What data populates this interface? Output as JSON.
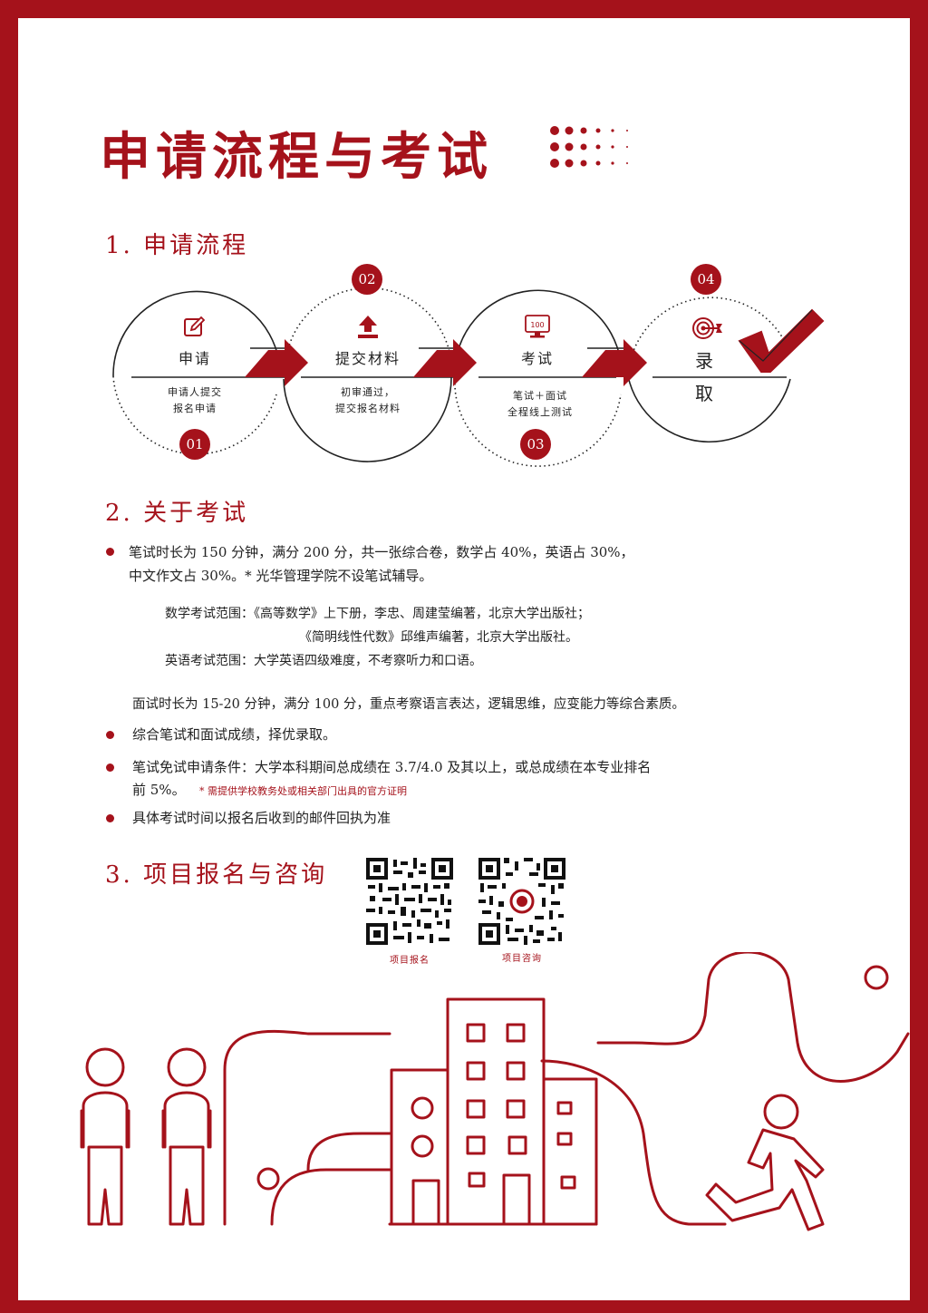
{
  "page_title": "申请流程与考试",
  "sections": {
    "s1": "1. 申请流程",
    "s2": "2. 关于考试",
    "s3": "3. 项目报名与咨询"
  },
  "steps": [
    {
      "num": "01",
      "title": "申请",
      "desc1": "申请人提交",
      "desc2": "报名申请",
      "icon": "edit-icon"
    },
    {
      "num": "02",
      "title": "提交材料",
      "desc1": "初审通过，",
      "desc2": "提交报名材料",
      "icon": "upload-icon"
    },
    {
      "num": "03",
      "title": "考试",
      "desc1": "笔试＋面试",
      "desc2": "全程线上测试",
      "icon": "exam-monitor-icon",
      "monitor_text": "100"
    },
    {
      "num": "04",
      "title1": "录",
      "title2": "取",
      "icon": "target-icon"
    }
  ],
  "exam": {
    "b1_line1": "笔试时长为 150 分钟，满分 200 分，共一张综合卷，数学占 40%，英语占 30%，",
    "b1_line2": "中文作文占 30%。* 光华管理学院不设笔试辅导。",
    "math_line1": "数学考试范围：《高等数学》上下册，李忠、周建莹编著，北京大学出版社；",
    "math_line2": "《简明线性代数》邱维声编著，北京大学出版社。",
    "english_line": "英语考试范围：大学英语四级难度，不考察听力和口语。",
    "interview_line": "面试时长为 15-20 分钟，满分 100 分，重点考察语言表达，逻辑思维，应变能力等综合素质。",
    "b2": "综合笔试和面试成绩，择优录取。",
    "b3_line1": "笔试免试申请条件：大学本科期间总成绩在 3.7/4.0 及其以上，或总成绩在本专业排名",
    "b3_line2": "前 5%。",
    "b3_note": "* 需提供学校教务处或相关部门出具的官方证明",
    "b4": "具体考试时间以报名后收到的邮件回执为准"
  },
  "qr": [
    {
      "label": "项目报名"
    },
    {
      "label": "项目咨询"
    }
  ],
  "colors": {
    "accent": "#a5121b"
  }
}
